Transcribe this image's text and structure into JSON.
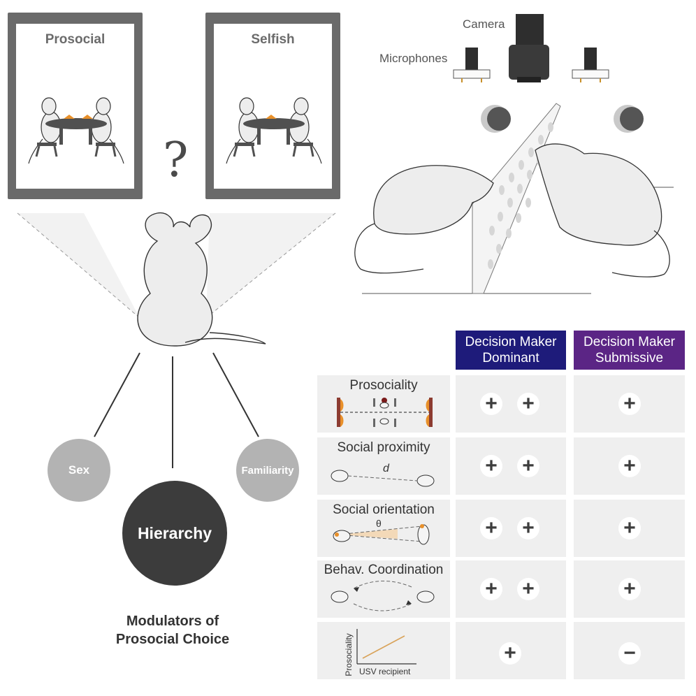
{
  "panels": {
    "prosocial_label": "Prosocial",
    "selfish_label": "Selfish",
    "question_mark": "?"
  },
  "setup": {
    "camera_label": "Camera",
    "microphones_label": "Microphones"
  },
  "modulators": {
    "sex_label": "Sex",
    "hierarchy_label": "Hierarchy",
    "familiarity_label": "Familiarity",
    "title_line1": "Modulators of",
    "title_line2": "Prosocial Choice"
  },
  "table": {
    "columns": [
      {
        "line1": "Decision Maker",
        "line2": "Dominant",
        "color": "#1e1b7a"
      },
      {
        "line1": "Decision Maker",
        "line2": "Submissive",
        "color": "#5b2585"
      }
    ],
    "rows": [
      {
        "label": "Prosociality",
        "dominant": [
          "+",
          "+"
        ],
        "submissive": [
          "+"
        ]
      },
      {
        "label": "Social proximity",
        "dominant": [
          "+",
          "+"
        ],
        "submissive": [
          "+"
        ]
      },
      {
        "label": "Social orientation",
        "dominant": [
          "+",
          "+"
        ],
        "submissive": [
          "+"
        ]
      },
      {
        "label": "Behav. Coordination",
        "dominant": [
          "+",
          "+"
        ],
        "submissive": [
          "+"
        ]
      },
      {
        "label": "",
        "dominant": [
          "+"
        ],
        "submissive": [
          "−"
        ]
      }
    ],
    "proximity_symbol": "d",
    "orientation_symbol": "θ",
    "mini_plot": {
      "ylabel": "Prosociality",
      "xlabel": "USV recipient",
      "trend": "positive",
      "line_color": "#d9a35a"
    }
  },
  "colors": {
    "panel_frame": "#6a6a6a",
    "modulator_light": "#b3b3b3",
    "modulator_dark": "#3c3c3c",
    "cell_bg": "#efefef",
    "orange": "#e8902a"
  }
}
